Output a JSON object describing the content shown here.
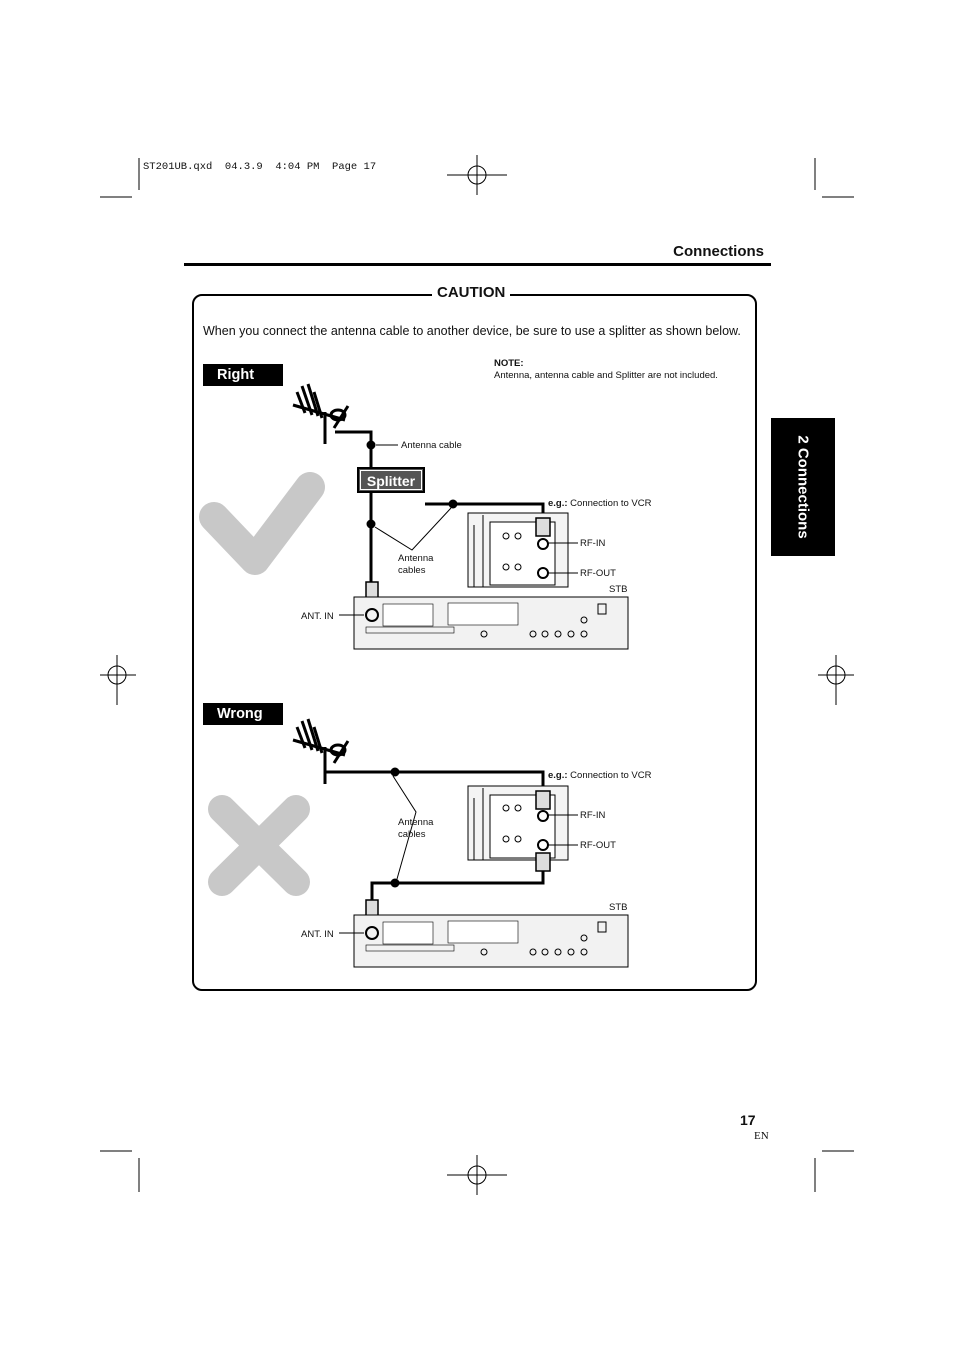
{
  "file_header": "ST201UB.qxd  04.3.9  4:04 PM  Page 17",
  "section_title": "Connections",
  "side_tab": "2 Connections",
  "caution": {
    "title": "CAUTION",
    "intro": "When you connect the antenna cable to another device, be sure to use a splitter as shown below.",
    "note_title": "NOTE:",
    "note_text": "Antenna, antenna cable and Splitter are not included."
  },
  "right_diagram": {
    "label": "Right",
    "antenna_cable": "Antenna cable",
    "splitter": "Splitter",
    "eg_bold": "e.g.:",
    "eg_text": " Connection to VCR",
    "rf_in": "RF-IN",
    "rf_out": "RF-OUT",
    "antenna_cables": [
      "Antenna",
      "cables"
    ],
    "stb": "STB",
    "ant_in": "ANT. IN"
  },
  "wrong_diagram": {
    "label": "Wrong",
    "eg_bold": "e.g.:",
    "eg_text": " Connection to VCR",
    "rf_in": "RF-IN",
    "rf_out": "RF-OUT",
    "antenna_cables": [
      "Antenna",
      "cables"
    ],
    "stb": "STB",
    "ant_in": "ANT. IN"
  },
  "page_number": "17",
  "page_lang": "EN"
}
